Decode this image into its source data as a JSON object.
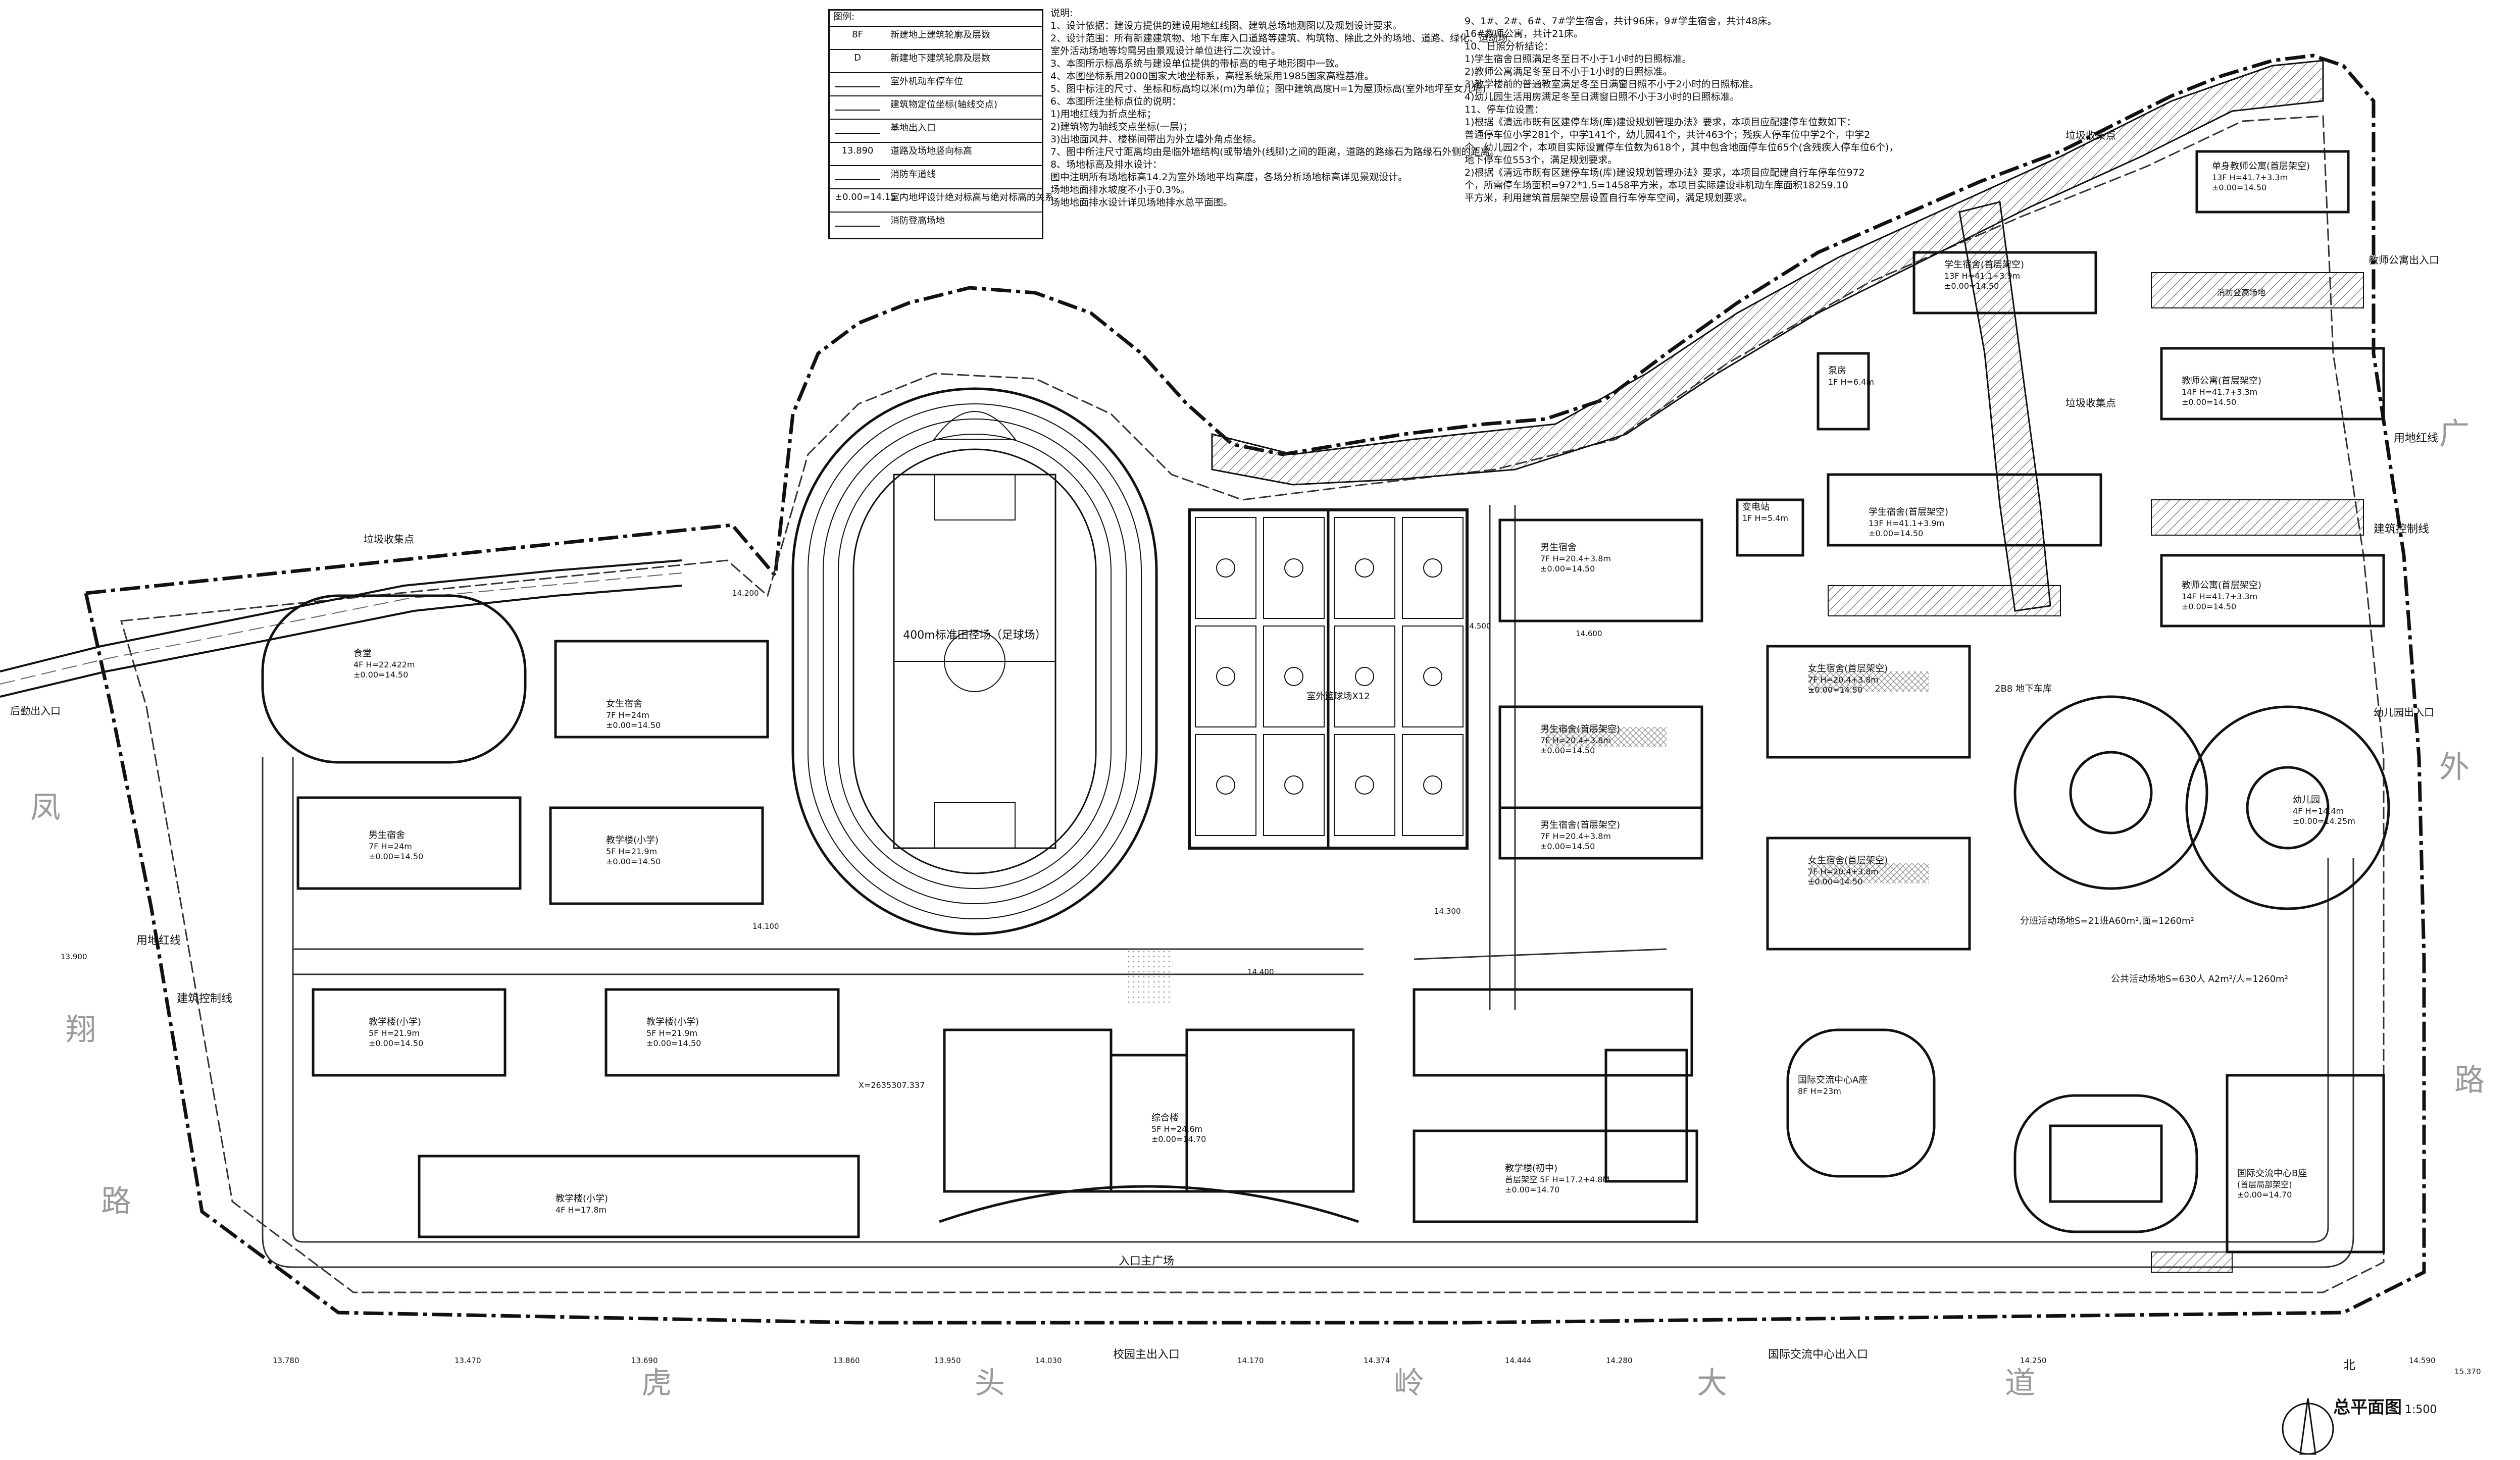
{
  "legend": {
    "heading": "图例:",
    "rows": [
      {
        "symbol": "8F",
        "text": "新建地上建筑轮廓及层数"
      },
      {
        "symbol": "D",
        "text": "新建地下建筑轮廓及层数"
      },
      {
        "symbol": "",
        "text": "室外机动车停车位"
      },
      {
        "symbol": "",
        "text": "建筑物定位坐标(轴线交点)"
      },
      {
        "symbol": "",
        "text": "基地出入口"
      },
      {
        "symbol": "13.890",
        "text": "道路及场地竖向标高"
      },
      {
        "symbol": "",
        "text": "消防车道线"
      },
      {
        "symbol": "±0.00=14.15",
        "text": "室内地坪设计绝对标高与绝对标高的关系"
      },
      {
        "symbol": "",
        "text": "消防登高场地"
      }
    ]
  },
  "notes_left": [
    "说明:",
    "1、设计依据：建设方提供的建设用地红线图、建筑总场地测图以及规划设计要求。",
    "2、设计范围：所有新建建筑物、地下车库入口道路等建筑、构筑物、除此之外的场地、道路、绿化、运动场、",
    "   室外活动场地等均需另由景观设计单位进行二次设计。",
    "3、本图所示标高系统与建设单位提供的带标高的电子地形图中一致。",
    "4、本图坐标系用2000国家大地坐标系，高程系统采用1985国家高程基准。",
    "5、图中标注的尺寸、坐标和标高均以米(m)为单位；图中建筑高度H=1为屋顶标高(室外地坪至女儿墙)",
    "6、本图所注坐标点位的说明：",
    "   1)用地红线为折点坐标；",
    "   2)建筑物为轴线交点坐标(一层)；",
    "   3)出地面风井、楼梯间带出为外立墙外角点坐标。",
    "7、图中所注尺寸距离均由是临外墙结构(或带墙外(线脚)之间的距离，道路的路缘石为路缘石外侧的距离。",
    "8、场地标高及排水设计：",
    "   图中注明所有场地标高14.2为室外场地平均高度，各场分析场地标高详见景观设计。",
    "   场地地面排水坡度不小于0.3%。",
    "   场地地面排水设计详见场地排水总平面图。"
  ],
  "notes_right": [
    "9、1#、2#、6#、7#学生宿舍，共计96床，9#学生宿舍，共计48床。",
    "   16#教师公寓，共计21床。",
    "10、日照分析结论：",
    "   1)学生宿舍日照满足冬至日不小于1小时的日照标准。",
    "   2)教师公寓满足冬至日不小于1小时的日照标准。",
    "   3)教学楼前的普通教室满足冬至日满窗日照不小于2小时的日照标准。",
    "   4)幼儿园生活用房满足冬至日满窗日照不小于3小时的日照标准。",
    "11、停车位设置：",
    "   1)根据《清远市既有区建停车场(库)建设规划管理办法》要求，本项目应配建停车位数如下：",
    "   普通停车位小学281个，中学141个，幼儿园41个，共计463个；残疾人停车位中学2个，中学2",
    "   个，幼儿园2个，本项目实际设置停车位数为618个，其中包含地面停车位65个(含残疾人停车位6个)，",
    "   地下停车位553个，满足规划要求。",
    "   2)根据《清远市既有区建停车场(库)建设规划管理办法》要求，本项目应配建自行车停车位972",
    "   个，所需停车场面积=972*1.5=1458平方米，本项目实际建设非机动车库面积18259.10",
    "   平方米，利用建筑首层架空层设置自行车停车空间，满足规划要求。"
  ],
  "title": {
    "main": "总平面图",
    "scale": "1:500"
  },
  "north": "北",
  "roads": {
    "left": [
      "凤",
      "翔",
      "路"
    ],
    "bottom": [
      "虎",
      "头",
      "岭",
      "大",
      "道"
    ],
    "right": [
      "广",
      "外",
      "路"
    ]
  },
  "boundary_labels": {
    "red_line_left": "用地红线",
    "build_line_left": "建筑控制线",
    "red_line_right": "用地红线",
    "build_line_right": "建筑控制线",
    "garbage_left": "垃圾收集点",
    "garbage_top": "垃圾收集点",
    "garbage_right": "垃圾收集点"
  },
  "entrances": {
    "main_gate": "校园主出入口",
    "plaza": "入口主广场",
    "intl_gate": "国际交流中心出入口",
    "logistics": "后勤出入口",
    "kinder": "幼儿园出入口",
    "teacher": "教师公寓出入口"
  },
  "sports": {
    "track": "400m标准田径场（足球场）",
    "courts": "室外篮球场X12"
  },
  "buildings": [
    {
      "name": "食堂",
      "sub": "4F H=22.422m",
      "elev": "±0.00=14.50"
    },
    {
      "name": "女生宿舍",
      "sub": "7F H=24m",
      "elev": "±0.00=14.50"
    },
    {
      "name": "男生宿舍",
      "sub": "7F H=24m",
      "elev": "±0.00=14.50"
    },
    {
      "name": "教学楼(小学)",
      "sub": "5F H=21.9m",
      "elev": "±0.00=14.50"
    },
    {
      "name": "教学楼(小学)",
      "sub": "5F H=21.9m",
      "elev": "±0.00=14.50"
    },
    {
      "name": "教学楼(小学)",
      "sub": "5F H=21.9m",
      "elev": "±0.00=14.50"
    },
    {
      "name": "教学楼(小学)",
      "sub": "4F H=17.8m",
      "elev": ""
    },
    {
      "name": "综合楼",
      "sub": "5F H=24.6m",
      "elev": "±0.00=14.70"
    },
    {
      "name": "教学楼(初中)",
      "sub": "首层架空 5F H=17.2+4.8M",
      "elev": "±0.00=14.70"
    },
    {
      "name": "男生宿舍",
      "sub": "7F H=20.4+3.8m",
      "elev": "±0.00=14.50"
    },
    {
      "name": "男生宿舍(首层架空)",
      "sub": "7F H=20.4+3.8m",
      "elev": "±0.00=14.50"
    },
    {
      "name": "男生宿舍(首层架空)",
      "sub": "7F H=20.4+3.8m",
      "elev": "±0.00=14.50"
    },
    {
      "name": "女生宿舍(首层架空)",
      "sub": "7F H=20.4+3.8m",
      "elev": "±0.00=14.50"
    },
    {
      "name": "女生宿舍(首层架空)",
      "sub": "7F H=20.4+3.8m",
      "elev": "±0.00=14.50"
    },
    {
      "name": "学生宿舍(首层架空)",
      "sub": "13F H=41.1+3.9m",
      "elev": "±0.00=14.50"
    },
    {
      "name": "学生宿舍(首层架空)",
      "sub": "13F H=41.1+3.9m",
      "elev": "±0.00=14.50"
    },
    {
      "name": "单身教师公寓(首层架空)",
      "sub": "13F H=41.7+3.3m",
      "elev": "±0.00=14.50"
    },
    {
      "name": "教师公寓(首层架空)",
      "sub": "14F H=41.7+3.3m",
      "elev": "±0.00=14.50"
    },
    {
      "name": "教师公寓(首层架空)",
      "sub": "14F H=41.7+3.3m",
      "elev": "±0.00=14.50"
    },
    {
      "name": "幼儿园",
      "sub": "4F H=14.4m",
      "elev": "±0.00=14.25m"
    },
    {
      "name": "国际交流中心A座",
      "sub": "8F H=23m",
      "elev": ""
    },
    {
      "name": "国际交流中心B座",
      "sub": "(首层局部架空)",
      "elev": "±0.00=14.70"
    },
    {
      "name": "变电站",
      "sub": "1F H=5.4m",
      "elev": ""
    },
    {
      "name": "泵房",
      "sub": "1F H=6.4m",
      "elev": ""
    }
  ],
  "misc": {
    "underground": "2B8 地下车库",
    "grade_area": "分班活动场地S=21班A60m²,面=1260m²",
    "public_area": "公共活动场地S=630人 A2m²/人=1260m²",
    "fire_area": "消防登高场地",
    "coord": "X=2635307.337"
  },
  "elevations": [
    "14.200",
    "14.400",
    "14.300",
    "14.100",
    "14.500",
    "13.900",
    "13.780",
    "13.470",
    "13.690",
    "13.860",
    "13.950",
    "14.030",
    "14.170",
    "14.374",
    "14.444",
    "14.280",
    "14.250",
    "14.590",
    "15.370",
    "14.600"
  ],
  "colors": {
    "line": "#111111",
    "road_text": "#9a9a9a",
    "hatch": "#555555"
  }
}
